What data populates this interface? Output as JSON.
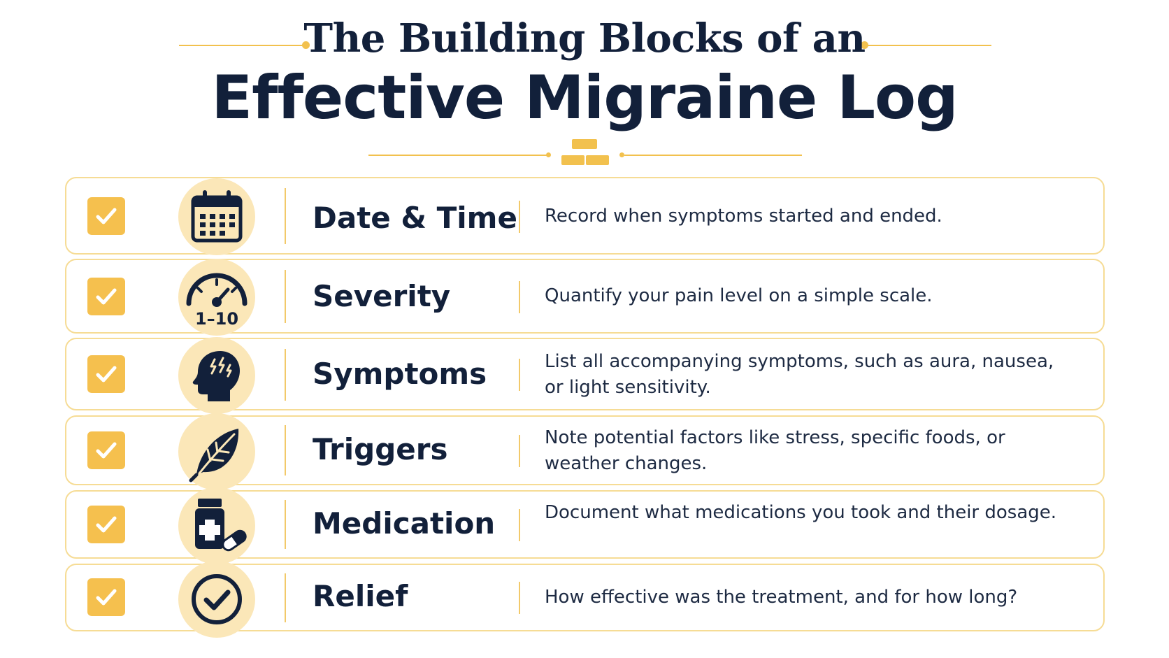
{
  "header": {
    "title_line1": "The Building Blocks of an",
    "title_line2": "Effective Migraine Log"
  },
  "colors": {
    "accent": "#f5c04e",
    "accent_light": "#fbe7b8",
    "border": "#f6dc95",
    "navy": "#12203a"
  },
  "rows": [
    {
      "title": "Date & Time",
      "icon": "calendar-icon",
      "description": "Record when symptoms started and ended."
    },
    {
      "title": "Severity",
      "icon": "gauge-icon",
      "icon_label": "1–10",
      "description": "Quantify your pain level on a simple scale."
    },
    {
      "title": "Symptoms",
      "icon": "head-lightning-icon",
      "description": "List all accompanying symptoms, such as aura, nausea, or light sensitivity."
    },
    {
      "title": "Triggers",
      "icon": "leaf-icon",
      "description": "Note potential factors like stress, specific foods, or weather changes."
    },
    {
      "title": "Medication",
      "icon": "medicine-bottle-icon",
      "description": "Document what medications you took and their dosage."
    },
    {
      "title": "Relief",
      "icon": "check-circle-icon",
      "description": "How effective was the treatment, and for how long?"
    }
  ]
}
